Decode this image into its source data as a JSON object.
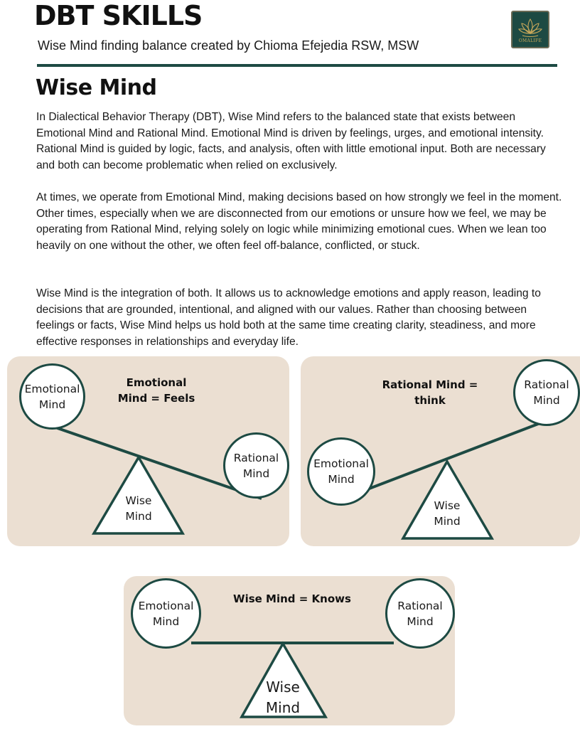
{
  "header": {
    "title": "DBT SKILLS",
    "subtitle": "Wise Mind finding balance created by Chioma Efejedia RSW, MSW",
    "logo_text": "OMALIFE",
    "logo_icon": "lotus-icon"
  },
  "section": {
    "heading": "Wise Mind",
    "paragraphs": [
      "In Dialectical Behavior Therapy (DBT), Wise Mind refers to the balanced state that exists between Emotional Mind and Rational Mind. Emotional Mind is driven by feelings, urges, and emotional intensity. Rational Mind is guided by logic, facts, and analysis, often with little emotional input. Both are necessary and both can become problematic when relied on exclusively.",
      "At times, we operate from Emotional Mind, making decisions based on how strongly we feel in the moment. Other times, especially when we are disconnected from our emotions or unsure how we feel, we may be operating from Rational Mind, relying solely on logic while minimizing emotional cues. When we lean too heavily on one without the other, we often feel off-balance, conflicted, or stuck.",
      "Wise Mind is the integration of both. It allows us to acknowledge emotions and apply reason, leading to decisions that are grounded, intentional, and aligned with our values. Rather than choosing between feelings or facts, Wise Mind helps us hold both at the same time creating clarity, steadiness, and more effective responses in relationships and everyday life."
    ]
  },
  "diagrams": {
    "emotional": {
      "caption_line1": "Emotional",
      "caption_line2": "Mind = Feels",
      "left_line1": "Emotional",
      "left_line2": "Mind",
      "right_line1": "Rational",
      "right_line2": "Mind",
      "fulcrum_line1": "Wise",
      "fulcrum_line2": "Mind"
    },
    "rational": {
      "caption_line1": "Rational Mind =",
      "caption_line2": "think",
      "left_line1": "Emotional",
      "left_line2": "Mind",
      "right_line1": "Rational",
      "right_line2": "Mind",
      "fulcrum_line1": "Wise",
      "fulcrum_line2": "Mind"
    },
    "wise": {
      "caption": "Wise Mind = Knows",
      "left_line1": "Emotional",
      "left_line2": "Mind",
      "right_line1": "Rational",
      "right_line2": "Mind",
      "fulcrum_line1": "Wise",
      "fulcrum_line2": "Mind"
    }
  },
  "colors": {
    "accent": "#1d4a43",
    "panel": "#ebdfd2",
    "logo_gold": "#c9a85a"
  }
}
